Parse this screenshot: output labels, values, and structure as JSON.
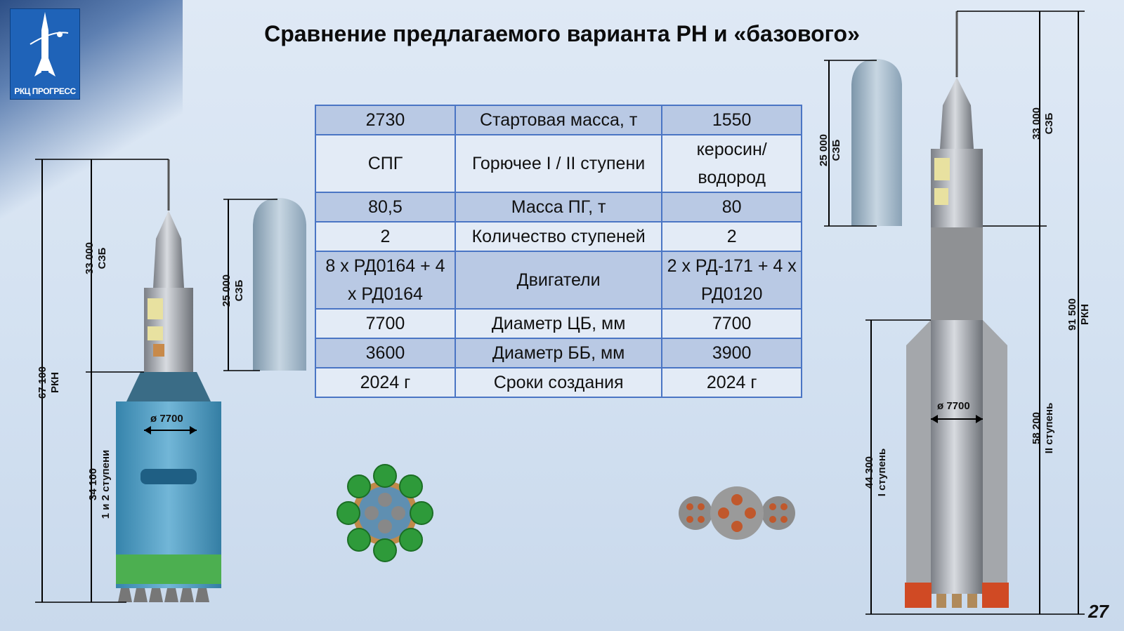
{
  "title": "Сравнение предлагаемого варианта РН и «базового»",
  "logo": {
    "text": "РКЦ ПРОГРЕСС"
  },
  "page_number": "27",
  "table": {
    "rows": [
      {
        "left": "2730",
        "param": "Стартовая масса, т",
        "right": "1550"
      },
      {
        "left": "СПГ",
        "param": "Горючее I / II ступени",
        "right": "керосин/ водород"
      },
      {
        "left": "80,5",
        "param": "Масса ПГ, т",
        "right": "80"
      },
      {
        "left": "2",
        "param": "Количество ступеней",
        "right": "2"
      },
      {
        "left": "8 х РД0164 + 4 х РД0164",
        "param": "Двигатели",
        "right": "2 х РД-171 + 4 х РД0120"
      },
      {
        "left": "7700",
        "param": "Диаметр ЦБ, мм",
        "right": "7700"
      },
      {
        "left": "3600",
        "param": "Диаметр ББ, мм",
        "right": "3900"
      },
      {
        "left": "2024 г",
        "param": "Сроки создания",
        "right": "2024 г"
      }
    ]
  },
  "left_rocket": {
    "total": {
      "value": "67 100",
      "label": "РКН"
    },
    "upper": {
      "value": "33 000",
      "label": "СЗБ"
    },
    "lower": {
      "value": "34 100",
      "label": "1 и 2 ступени"
    },
    "diameter": "ø 7700",
    "fairing": {
      "value": "25 000",
      "label": "СЗБ"
    }
  },
  "right_rocket": {
    "total": {
      "value": "91 500",
      "label": "РКН"
    },
    "upper": {
      "value": "33 000",
      "label": "СЗБ"
    },
    "stage2": {
      "value": "58 200",
      "label": "II ступень"
    },
    "stage1": {
      "value": "44 300",
      "label": "I ступень"
    },
    "diameter": "ø 7700",
    "fairing": {
      "value": "25 000",
      "label": "СЗБ"
    }
  },
  "colors": {
    "table_border": "#4a75c4",
    "row_dark": "#b9c9e4",
    "row_light": "#e3ebf6",
    "logo_blue": "#1f63b8"
  }
}
